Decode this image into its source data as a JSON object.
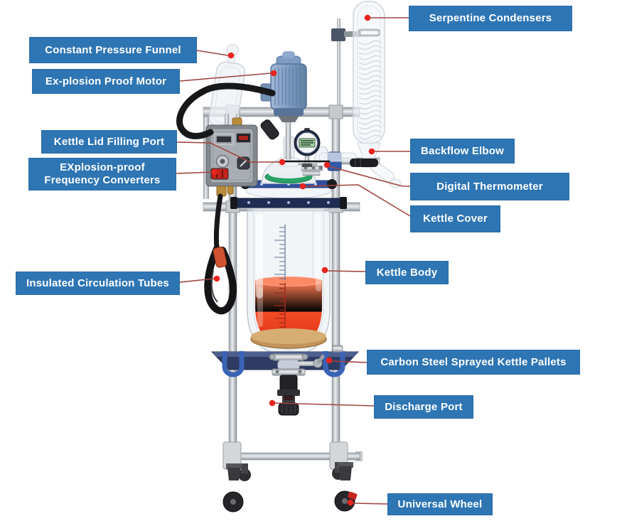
{
  "diagram": {
    "subject": "Jacketed glass reactor annotated parts diagram",
    "background": "#ffffff",
    "label_style": {
      "bg": "#2e75b4",
      "text_color": "#ffffff",
      "leader_color": "#a04640",
      "dot_color": "#e8241f"
    },
    "labels": [
      {
        "id": "serpentine-condensers",
        "text": "Serpentine Condensers"
      },
      {
        "id": "constant-pressure-funnel",
        "text": "Constant Pressure Funnel"
      },
      {
        "id": "explosion-proof-motor",
        "text": "Ex-plosion Proof Motor"
      },
      {
        "id": "kettle-lid-filling-port",
        "text": "Kettle Lid Filling Port"
      },
      {
        "id": "explosion-proof-frequency-converters",
        "text": "EXplosion-proof Frequency Converters"
      },
      {
        "id": "backflow-elbow",
        "text": "Backflow Elbow"
      },
      {
        "id": "digital-thermometer",
        "text": "Digital Thermometer"
      },
      {
        "id": "kettle-cover",
        "text": "Kettle Cover"
      },
      {
        "id": "kettle-body",
        "text": "Kettle Body"
      },
      {
        "id": "insulated-circulation-tubes",
        "text": "Insulated Circulation Tubes"
      },
      {
        "id": "carbon-steel-sprayed-kettle-pallets",
        "text": "Carbon Steel Sprayed Kettle Pallets"
      },
      {
        "id": "discharge-port",
        "text": "Discharge Port"
      },
      {
        "id": "universal-wheel",
        "text": "Universal Wheel"
      }
    ]
  }
}
